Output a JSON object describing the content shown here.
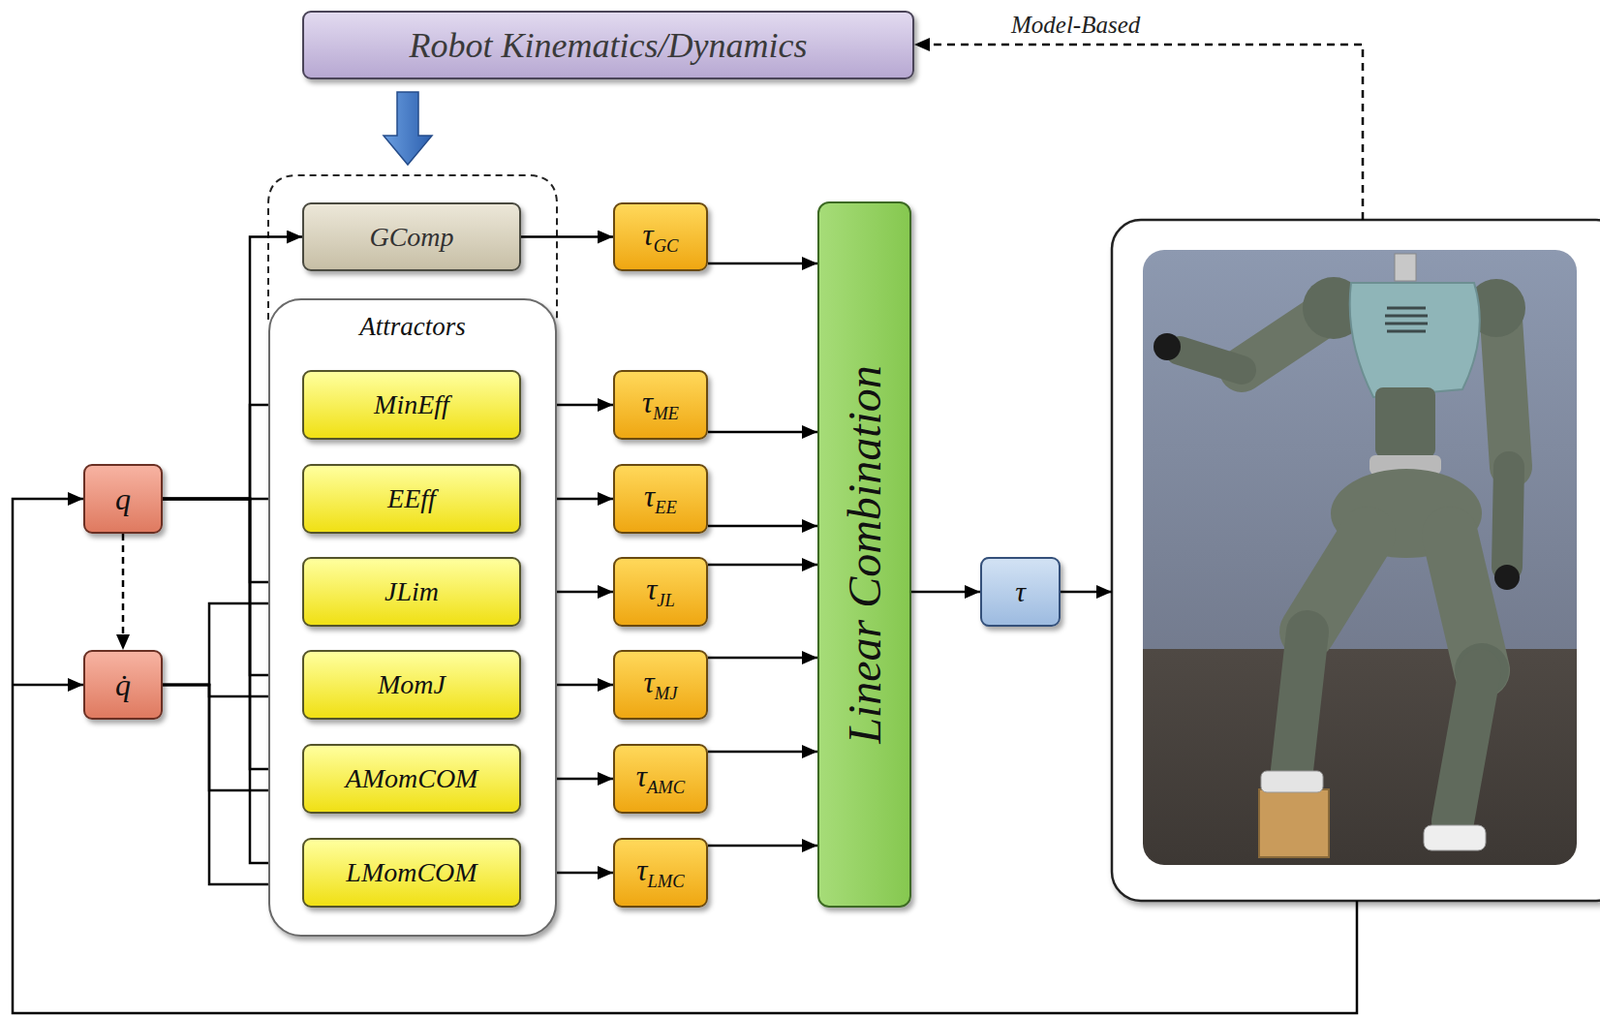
{
  "diagram": {
    "nodes": [
      {
        "text": [
          "Robot Kinematics/Dynamics"
        ]
      },
      {
        "text": [
          "GComp"
        ]
      },
      {
        "text": [
          "Attractors"
        ]
      },
      {
        "text": [
          "MinEff"
        ],
        "in": 2
      },
      {
        "text": [
          "EEff"
        ],
        "in": 2
      },
      {
        "text": [
          "JLim"
        ],
        "in": 2
      },
      {
        "text": [
          "MomJ"
        ],
        "in": 2
      },
      {
        "text": [
          "AMomCOM"
        ],
        "in": 2
      },
      {
        "text": [
          "LMomCOM"
        ],
        "in": 2
      },
      {
        "text": [
          "τGC"
        ]
      },
      {
        "text": [
          "τME"
        ]
      },
      {
        "text": [
          "τEE"
        ]
      },
      {
        "text": [
          "τJL"
        ]
      },
      {
        "text": [
          "τMJ"
        ]
      },
      {
        "text": [
          "τAMC"
        ]
      },
      {
        "text": [
          "τLMC"
        ]
      },
      {
        "text": [
          "Linear Combination"
        ]
      },
      {
        "text": [
          "τ"
        ]
      },
      {
        "text": [
          "q"
        ]
      },
      {
        "text": [
          "q̇"
        ]
      }
    ],
    "edges": [
      {
        "from": 18,
        "to": 19,
        "arrow": "to"
      },
      {
        "from": 18,
        "to": 1,
        "arrow": "to"
      },
      {
        "from": 18,
        "to": 3,
        "arrow": "to"
      },
      {
        "from": 18,
        "to": 4,
        "arrow": "to"
      },
      {
        "from": 18,
        "to": 5,
        "arrow": "to"
      },
      {
        "from": 18,
        "to": 6,
        "arrow": "to"
      },
      {
        "from": 18,
        "to": 7,
        "arrow": "to"
      },
      {
        "from": 18,
        "to": 8,
        "arrow": "to"
      },
      {
        "from": 19,
        "to": 5,
        "arrow": "to"
      },
      {
        "from": 19,
        "to": 6,
        "arrow": "to"
      },
      {
        "from": 19,
        "to": 7,
        "arrow": "to"
      },
      {
        "from": 19,
        "to": 8,
        "arrow": "to"
      },
      {
        "from": 1,
        "to": 9,
        "arrow": "to"
      },
      {
        "from": 3,
        "to": 10,
        "arrow": "to"
      },
      {
        "from": 4,
        "to": 11,
        "arrow": "to"
      },
      {
        "from": 5,
        "to": 12,
        "arrow": "to"
      },
      {
        "from": 6,
        "to": 13,
        "arrow": "to"
      },
      {
        "from": 7,
        "to": 14,
        "arrow": "to"
      },
      {
        "from": 8,
        "to": 15,
        "arrow": "to"
      },
      {
        "from": 9,
        "to": 16,
        "arrow": "to"
      },
      {
        "from": 10,
        "to": 16,
        "arrow": "to"
      },
      {
        "from": 11,
        "to": 16,
        "arrow": "to"
      },
      {
        "from": 12,
        "to": 16,
        "arrow": "to"
      },
      {
        "from": 13,
        "to": 16,
        "arrow": "to"
      },
      {
        "from": 14,
        "to": 16,
        "arrow": "to"
      },
      {
        "from": 15,
        "to": 16,
        "arrow": "to"
      },
      {
        "from": 16,
        "to": 17,
        "arrow": "to"
      }
    ],
    "labels": [
      "Model-Based"
    ]
  }
}
